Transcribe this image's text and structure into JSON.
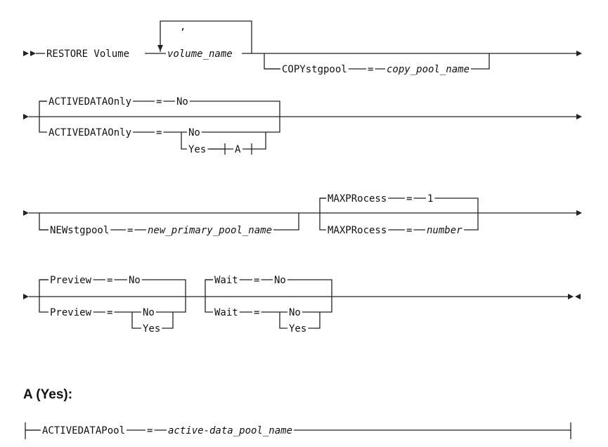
{
  "diagram": {
    "command": {
      "keyword": "RESTORE Volume",
      "repeat_separator": ",",
      "volume_var": "volume_name",
      "copy_keyword": "COPYstgpool",
      "copy_eq": "=",
      "copy_var": "copy_pool_name"
    },
    "activedata": {
      "default_keyword": "ACTIVEDATAOnly",
      "default_eq": "=",
      "default_value": "No",
      "keyword": "ACTIVEDATAOnly",
      "eq": "=",
      "value_no": "No",
      "value_yes": "Yes",
      "fragment_ref": "A"
    },
    "newstg": {
      "keyword": "NEWstgpool",
      "eq": "=",
      "var": "new_primary_pool_name"
    },
    "maxprocess": {
      "default_keyword": "MAXPRocess",
      "default_eq": "=",
      "default_value": "1",
      "keyword": "MAXPRocess",
      "eq": "=",
      "var": "number"
    },
    "preview": {
      "default_keyword": "Preview",
      "default_eq": "=",
      "default_value": "No",
      "keyword": "Preview",
      "eq": "=",
      "value_no": "No",
      "value_yes": "Yes"
    },
    "wait": {
      "default_keyword": "Wait",
      "default_eq": "=",
      "default_value": "No",
      "keyword": "Wait",
      "eq": "=",
      "value_no": "No",
      "value_yes": "Yes"
    },
    "fragment": {
      "heading": "A (Yes):",
      "keyword": "ACTIVEDATAPool",
      "eq": "=",
      "var": "active-data_pool_name"
    }
  }
}
